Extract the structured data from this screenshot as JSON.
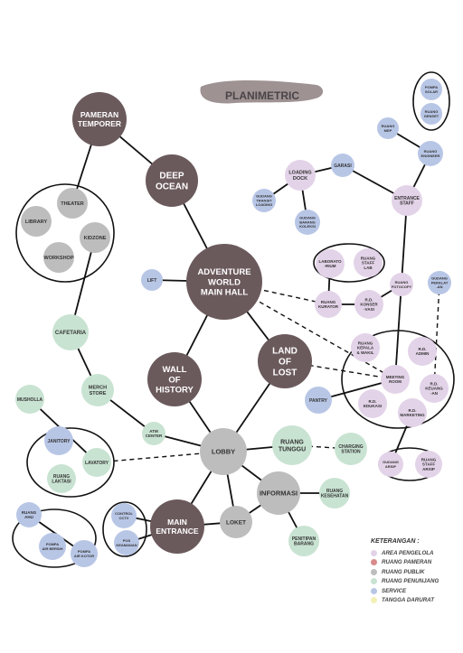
{
  "title": "PLANIMETRIC",
  "colors": {
    "area_pengelola": "#e3d3e8",
    "ruang_pameran": "#d88a8a",
    "ruang_publik": "#bdbdbd",
    "ruang_penunjang": "#c9e3d2",
    "service": "#b8c6e6",
    "tangga_darurat": "#f3f0b5",
    "exhibit_dark": "#6b5a5c",
    "stroke": "#111111"
  },
  "nodes": {
    "pameran_temporer": "PAMERAN TEMPORER",
    "deep_ocean": "DEEP OCEAN",
    "theater": "THEATER",
    "library": "LIBRARY",
    "kidzone": "KIDZONE",
    "workshop": "WORKSHOP",
    "main_hall": "ADVENTURE WORLD MAIN HALL",
    "lift": "LIFT",
    "cafetaria": "CAFETARIA",
    "land_of_lost": "LAND OF LOST",
    "wall_of_history": "WALL OF HISTORY",
    "merch_store": "MERCH STORE",
    "mushola": "MUSHOLLA",
    "atm_center": "ATM CENTER",
    "lobby": "LOBBY",
    "ruang_tunggu": "RUANG TUNGGU",
    "charging_station": "CHARGING STATION",
    "janitory": "JANITORY",
    "lavatory": "LAVATORY",
    "ruang_laktasi": "RUANG LAKTASI",
    "informasi": "INFORMASI",
    "ruang_kesehatan": "RUANG KESEHATAN",
    "ruang_ahu": "RUANG AHU",
    "pompa_air_bersih": "POMPA AIR BERSIH",
    "pompa_air_kotor": "POMPA AIR KOTOR",
    "control_cctv": "CONTROL CCTV",
    "pos_keamanan": "POS KEAMANAN",
    "main_entrance": "MAIN ENTRANCE",
    "loket": "LOKET",
    "penitipan_barang": "PENITIPAN BARANG",
    "pompa_solar": "POMPA SOLAR",
    "ruang_genset": "RUANG GENSET",
    "ruang_mep": "RUANG MEP",
    "ruang_engineer": "RUANG ENGINEER",
    "loading_dock": "LOADING DOCK",
    "garasi": "GARASI",
    "gudang_transit_loading": "GUDANG TRANSIT LOADING",
    "gudang_barang_koleksi": "GUDANG BARANG KOLEKSI",
    "entrance_staff": "ENTRANCE STAFF",
    "laboratorium": "LABORATO -RIUM",
    "ruang_staff_lab": "RUANG STAFF LAB",
    "ruang_fotocopy": "RUANG FOTOCOPY",
    "gudang_perlatan": "GUDANG PERALAT -AN",
    "ruang_kurator": "RUANG KURATOR",
    "rd_konservasi": "R.D. KONSER -VASI",
    "ruang_kepala_wakil": "RUANG KEPALA & WAKIL",
    "rd_admin": "R.D. ADMIN",
    "meeting_room": "MEETING ROOM",
    "rd_keuangan": "R.D. KEUANG -AN",
    "rd_edukasi": "R.D. EDUKASI",
    "rd_marketing": "R.D. MARKETING",
    "pantry": "PANTRY",
    "gudang_arsip": "GUDANG ARSIP",
    "ruang_staff_arsip": "RUANG STAFF ARSIP"
  },
  "legend": {
    "title": "KETERANGAN :",
    "items": [
      {
        "label": "AREA PENGELOLA",
        "color": "#e3d3e8"
      },
      {
        "label": "RUANG PAMERAN",
        "color": "#d88a8a"
      },
      {
        "label": "RUANG PUBLIK",
        "color": "#bdbdbd"
      },
      {
        "label": "RUANG PENUNJANG",
        "color": "#c9e3d2"
      },
      {
        "label": "SERVICE",
        "color": "#b8c6e6"
      },
      {
        "label": "TANGGA DARURAT",
        "color": "#f3f0b5"
      }
    ]
  }
}
